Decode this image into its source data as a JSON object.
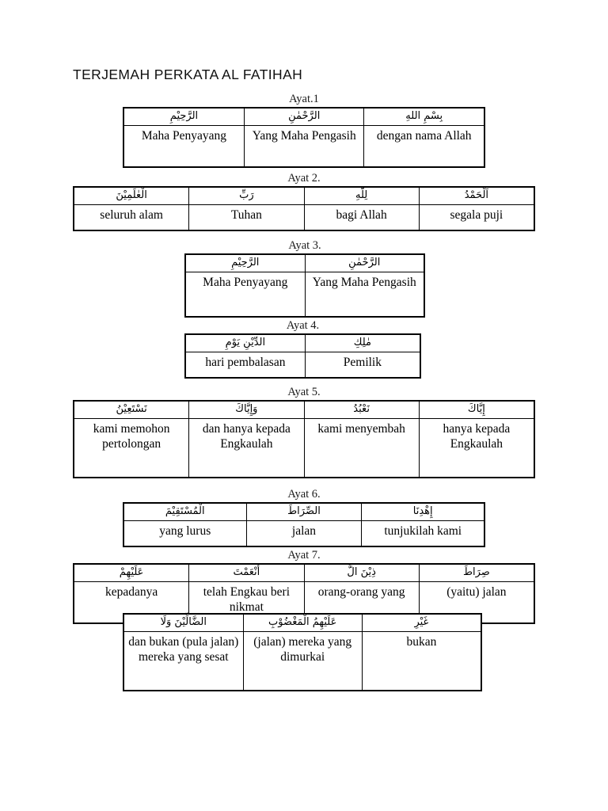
{
  "document": {
    "title": "TERJEMAH PERKATA AL FATIHAH"
  },
  "blocks": [
    {
      "label": "Ayat.1",
      "arabic": [
        "الرَّحِيْمِ",
        "الرَّحْمٰنِ",
        "بِسْمِ اللهِ"
      ],
      "translation": [
        "Maha Penyayang",
        "Yang Maha Pengasih",
        "dengan nama Allah"
      ]
    },
    {
      "label": "Ayat 2.",
      "arabic": [
        "الْعٰلَمِيْنَ",
        "رَبِّ",
        "لِلّٰهِ",
        "اَلْحَمْدُ"
      ],
      "translation": [
        "seluruh alam",
        "Tuhan",
        "bagi Allah",
        "segala puji"
      ]
    },
    {
      "label": "Ayat 3.",
      "arabic": [
        "الرَّحِيْمِ",
        "الرَّحْمٰنِ"
      ],
      "translation": [
        "Maha Penyayang",
        "Yang Maha Pengasih"
      ]
    },
    {
      "label": "Ayat 4.",
      "arabic": [
        "الدِّيْنِ يَوْمِ",
        "مٰلِكِ"
      ],
      "translation": [
        "hari pembalasan",
        "Pemilik"
      ]
    },
    {
      "label": "Ayat 5.",
      "arabic": [
        "نَسْتَعِيْنُ",
        "وَإِيَّاكَ",
        "نَعْبُدُ",
        "إِيَّاكَ"
      ],
      "translation": [
        "kami memohon pertolongan",
        "dan hanya kepada Engkaulah",
        "kami menyembah",
        "hanya kepada Engkaulah"
      ]
    },
    {
      "label": "Ayat 6.",
      "arabic": [
        "الْمُسْتَقِيْمَ",
        "الصِّرَاطَ",
        "إِهْدِنَا"
      ],
      "translation": [
        "yang lurus",
        "jalan",
        "tunjukilah kami"
      ]
    },
    {
      "label": "Ayat 7.",
      "arabic": [
        "عَلَيْهِمْ",
        "أَنْعَمْتَ",
        "ذِيْنَ الَّ",
        "صِرَاطَ"
      ],
      "translation": [
        "kepadanya",
        "telah Engkau beri nikmat",
        "orang-orang yang",
        "(yaitu) jalan"
      ]
    },
    {
      "label": "",
      "arabic": [
        "الضَّالِّيْنَ وَلَا",
        "عَلَيْهِمُ الْمَغْضُوْبِ",
        "غَيْرِ"
      ],
      "translation": [
        "dan bukan (pula jalan) mereka yang sesat",
        "(jalan) mereka yang dimurkai",
        "bukan"
      ]
    }
  ]
}
